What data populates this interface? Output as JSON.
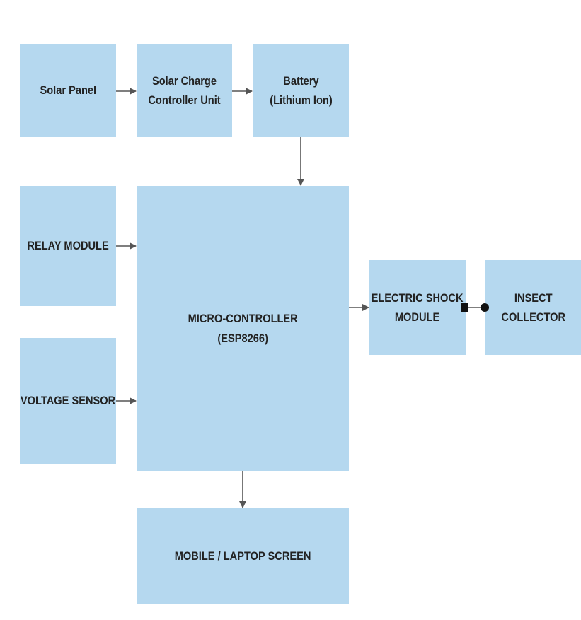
{
  "diagram": {
    "blocks": {
      "solar_panel": {
        "lines": [
          "Solar Panel"
        ]
      },
      "charge_controller": {
        "lines": [
          "Solar Charge",
          "Controller Unit"
        ]
      },
      "battery": {
        "lines": [
          "Battery",
          "(Lithium Ion)"
        ]
      },
      "relay_module": {
        "lines": [
          "RELAY MODULE"
        ]
      },
      "microcontroller": {
        "lines": [
          "MICRO-CONTROLLER",
          "(ESP8266)"
        ]
      },
      "voltage_sensor": {
        "lines": [
          "VOLTAGE SENSOR"
        ]
      },
      "electric_shock": {
        "lines": [
          "ELECTRIC SHOCK",
          "MODULE"
        ]
      },
      "insect_collector": {
        "lines": [
          "INSECT",
          "COLLECTOR"
        ]
      },
      "screen": {
        "lines": [
          "MOBILE / LAPTOP SCREEN"
        ]
      }
    },
    "connections": [
      {
        "from": "solar_panel",
        "to": "charge_controller",
        "style": "arrow"
      },
      {
        "from": "charge_controller",
        "to": "battery",
        "style": "arrow"
      },
      {
        "from": "battery",
        "to": "microcontroller",
        "style": "arrow"
      },
      {
        "from": "relay_module",
        "to": "microcontroller",
        "style": "arrow"
      },
      {
        "from": "voltage_sensor",
        "to": "microcontroller",
        "style": "arrow"
      },
      {
        "from": "microcontroller",
        "to": "electric_shock",
        "style": "arrow"
      },
      {
        "from": "microcontroller",
        "to": "screen",
        "style": "arrow"
      },
      {
        "from": "electric_shock",
        "to": "insect_collector",
        "style": "square-to-dot"
      }
    ],
    "colors": {
      "block_fill": "#b5d8ef",
      "text": "#222222",
      "connector": "#555555"
    }
  }
}
